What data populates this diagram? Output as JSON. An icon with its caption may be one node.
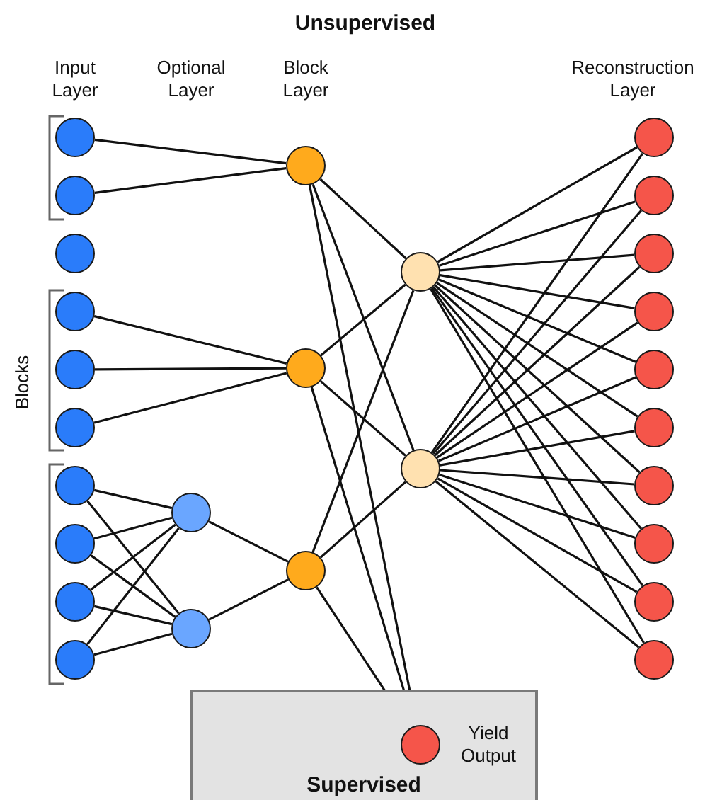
{
  "diagram": {
    "title": "Unsupervised",
    "nodes": [
      {
        "text": [],
        "shape": "circle"
      },
      {
        "text": [],
        "shape": "circle"
      },
      {
        "text": [],
        "shape": "circle"
      },
      {
        "text": [],
        "shape": "circle"
      },
      {
        "text": [],
        "shape": "circle"
      },
      {
        "text": [],
        "shape": "circle"
      },
      {
        "text": [],
        "shape": "circle"
      },
      {
        "text": [],
        "shape": "circle"
      },
      {
        "text": [],
        "shape": "circle"
      },
      {
        "text": [],
        "shape": "circle"
      },
      {
        "text": [],
        "shape": "circle"
      },
      {
        "text": [],
        "shape": "circle"
      },
      {
        "text": [],
        "shape": "circle"
      },
      {
        "text": [],
        "shape": "circle"
      },
      {
        "text": [],
        "shape": "circle"
      },
      {
        "text": [],
        "shape": "circle"
      },
      {
        "text": [],
        "shape": "circle"
      },
      {
        "text": [],
        "shape": "circle"
      },
      {
        "text": [],
        "shape": "circle"
      },
      {
        "text": [],
        "shape": "circle"
      },
      {
        "text": [],
        "shape": "circle"
      },
      {
        "text": [],
        "shape": "circle"
      },
      {
        "text": [],
        "shape": "circle"
      },
      {
        "text": [],
        "shape": "circle"
      },
      {
        "text": [],
        "shape": "circle"
      },
      {
        "text": [],
        "shape": "circle"
      },
      {
        "text": [],
        "shape": "circle"
      },
      {
        "text": [
          "Supervised"
        ]
      },
      {
        "text": [],
        "shape": "circle",
        "in": 27,
        "beside": [
          "Yield Output"
        ]
      }
    ],
    "edges": [
      {
        "from": 0,
        "to": 12,
        "arrow": "none"
      },
      {
        "from": 1,
        "to": 12,
        "arrow": "none"
      },
      {
        "from": 3,
        "to": 13,
        "arrow": "none"
      },
      {
        "from": 4,
        "to": 13,
        "arrow": "none"
      },
      {
        "from": 5,
        "to": 13,
        "arrow": "none"
      },
      {
        "from": 6,
        "to": 10,
        "arrow": "none"
      },
      {
        "from": 6,
        "to": 11,
        "arrow": "none"
      },
      {
        "from": 7,
        "to": 10,
        "arrow": "none"
      },
      {
        "from": 7,
        "to": 11,
        "arrow": "none"
      },
      {
        "from": 8,
        "to": 10,
        "arrow": "none"
      },
      {
        "from": 8,
        "to": 11,
        "arrow": "none"
      },
      {
        "from": 9,
        "to": 10,
        "arrow": "none"
      },
      {
        "from": 9,
        "to": 11,
        "arrow": "none"
      },
      {
        "from": 10,
        "to": 14,
        "arrow": "none"
      },
      {
        "from": 11,
        "to": 14,
        "arrow": "none"
      },
      {
        "from": 12,
        "to": 15,
        "arrow": "none"
      },
      {
        "from": 12,
        "to": 16,
        "arrow": "none"
      },
      {
        "from": 12,
        "to": 28,
        "arrow": "none"
      },
      {
        "from": 13,
        "to": 15,
        "arrow": "none"
      },
      {
        "from": 13,
        "to": 16,
        "arrow": "none"
      },
      {
        "from": 13,
        "to": 28,
        "arrow": "none"
      },
      {
        "from": 14,
        "to": 15,
        "arrow": "none"
      },
      {
        "from": 14,
        "to": 16,
        "arrow": "none"
      },
      {
        "from": 14,
        "to": 28,
        "arrow": "none"
      },
      {
        "from": 15,
        "to": 17,
        "arrow": "none"
      },
      {
        "from": 15,
        "to": 18,
        "arrow": "none"
      },
      {
        "from": 15,
        "to": 19,
        "arrow": "none"
      },
      {
        "from": 15,
        "to": 20,
        "arrow": "none"
      },
      {
        "from": 15,
        "to": 21,
        "arrow": "none"
      },
      {
        "from": 15,
        "to": 22,
        "arrow": "none"
      },
      {
        "from": 15,
        "to": 23,
        "arrow": "none"
      },
      {
        "from": 15,
        "to": 24,
        "arrow": "none"
      },
      {
        "from": 15,
        "to": 25,
        "arrow": "none"
      },
      {
        "from": 15,
        "to": 26,
        "arrow": "none"
      },
      {
        "from": 16,
        "to": 17,
        "arrow": "none"
      },
      {
        "from": 16,
        "to": 18,
        "arrow": "none"
      },
      {
        "from": 16,
        "to": 19,
        "arrow": "none"
      },
      {
        "from": 16,
        "to": 20,
        "arrow": "none"
      },
      {
        "from": 16,
        "to": 21,
        "arrow": "none"
      },
      {
        "from": 16,
        "to": 22,
        "arrow": "none"
      },
      {
        "from": 16,
        "to": 23,
        "arrow": "none"
      },
      {
        "from": 16,
        "to": 24,
        "arrow": "none"
      },
      {
        "from": 16,
        "to": 25,
        "arrow": "none"
      },
      {
        "from": 16,
        "to": 26,
        "arrow": "none"
      }
    ],
    "labels": [
      "Input Layer",
      "Optional Layer",
      "Block Layer",
      "Reconstruction Layer",
      "Blocks"
    ]
  }
}
